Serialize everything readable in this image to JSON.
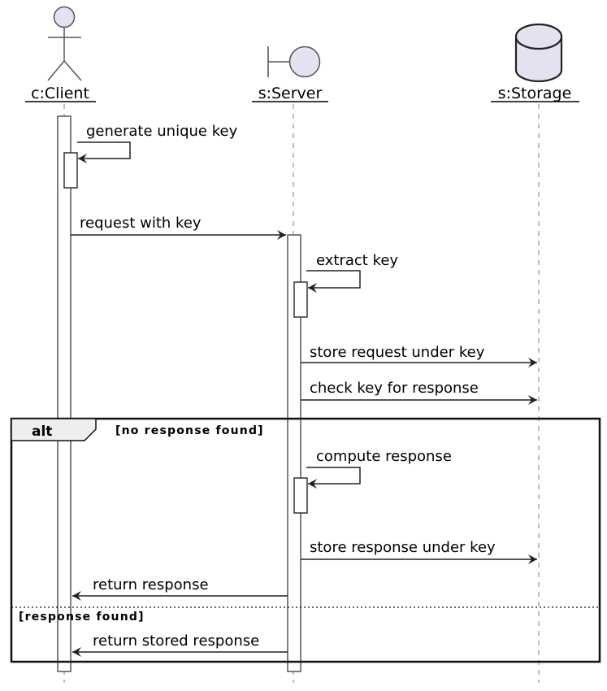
{
  "diagram": {
    "type": "sequence",
    "colors": {
      "participant_fill": "#E2E2F0",
      "participant_stroke": "#555555",
      "lifeline": "#A8A8A8",
      "arrow": "#222222",
      "frame": "#111111",
      "frame_tab_fill": "#EEEEEE"
    },
    "participants": [
      {
        "id": "client",
        "name": "c:Client",
        "shape": "actor"
      },
      {
        "id": "server",
        "name": "s:Server",
        "shape": "boundary"
      },
      {
        "id": "storage",
        "name": "s:Storage",
        "shape": "database"
      }
    ],
    "messages": [
      {
        "from": "client",
        "to": "client",
        "label": "generate unique key",
        "kind": "self"
      },
      {
        "from": "client",
        "to": "server",
        "label": "request with key",
        "kind": "sync"
      },
      {
        "from": "server",
        "to": "server",
        "label": "extract key",
        "kind": "self"
      },
      {
        "from": "server",
        "to": "storage",
        "label": "store request under key",
        "kind": "sync"
      },
      {
        "from": "server",
        "to": "storage",
        "label": "check key for response",
        "kind": "sync"
      },
      {
        "from": "server",
        "to": "server",
        "label": "compute response",
        "kind": "self"
      },
      {
        "from": "server",
        "to": "storage",
        "label": "store response under key",
        "kind": "sync"
      },
      {
        "from": "server",
        "to": "client",
        "label": "return response",
        "kind": "reply"
      },
      {
        "from": "server",
        "to": "client",
        "label": "return stored response",
        "kind": "reply"
      }
    ],
    "fragment": {
      "operator": "alt",
      "guards": [
        "[no response found]",
        "[response found]"
      ]
    }
  }
}
